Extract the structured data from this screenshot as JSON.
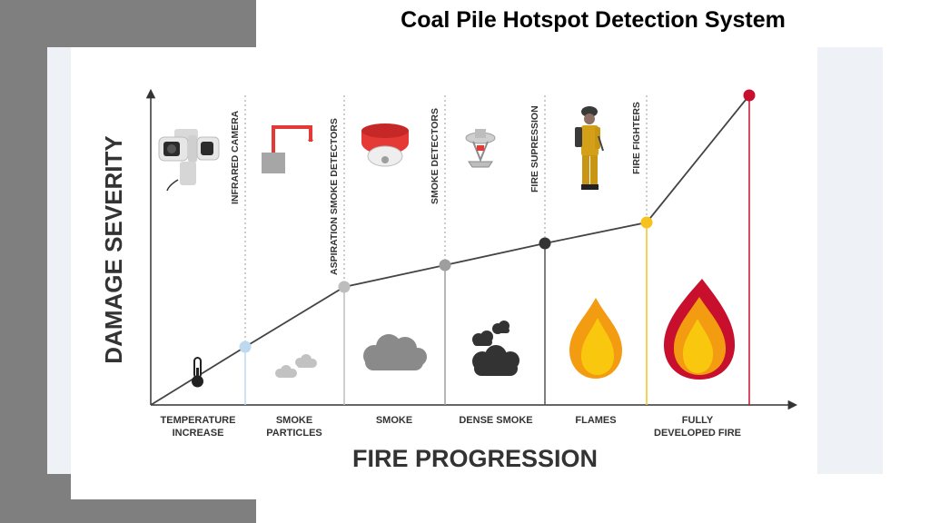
{
  "page_title": "Coal Pile Hotspot Detection System",
  "axes": {
    "y_label": "DAMAGE SEVERITY",
    "x_label": "FIRE PROGRESSION"
  },
  "stages": [
    {
      "line1": "TEMPERATURE",
      "line2": "INCREASE"
    },
    {
      "line1": "SMOKE",
      "line2": "PARTICLES"
    },
    {
      "line1": "SMOKE",
      "line2": ""
    },
    {
      "line1": "DENSE SMOKE",
      "line2": ""
    },
    {
      "line1": "FLAMES",
      "line2": ""
    },
    {
      "line1": "FULLY",
      "line2": "DEVELOPED FIRE"
    }
  ],
  "detectors": [
    "INFRARED CAMERA",
    "ASPIRATION SMOKE DETECTORS",
    "SMOKE DETECTORS",
    "FIRE SUPRESSION",
    "FIRE FIGHTERS"
  ],
  "colors": {
    "marker_1": "#bcd9ef",
    "marker_2": "#bdbdbd",
    "marker_3": "#9e9e9e",
    "marker_4": "#333333",
    "marker_5": "#f6c21f",
    "marker_6": "#c8102e",
    "flame_red": "#c8102e",
    "flame_orange": "#f39c12",
    "flame_yellow": "#f9c80e"
  },
  "icons": [
    "ptz-infrared-camera-icon",
    "aspiration-pipe-icon",
    "smoke-detector-icon",
    "sprinkler-icon",
    "firefighter-icon",
    "thermometer-icon",
    "smoke-puff-icon",
    "flame-icon"
  ]
}
